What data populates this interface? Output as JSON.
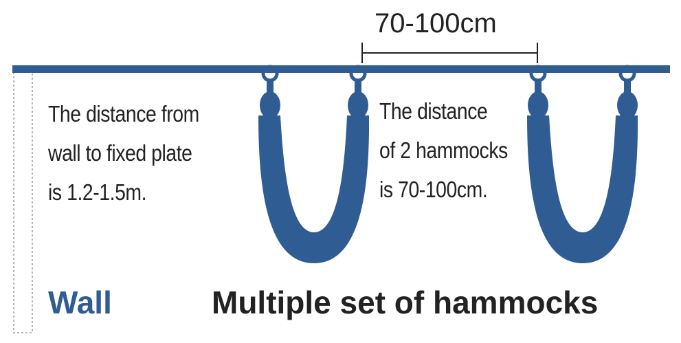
{
  "colors": {
    "accent_blue": "#2f5d93",
    "text_dark": "#222222",
    "wall_outline": "#9a9a9a",
    "background": "#ffffff"
  },
  "dimension": {
    "label": "70-100cm"
  },
  "notes": {
    "wall_distance": [
      "The distance from",
      "wall to fixed plate",
      "is 1.2-1.5m."
    ],
    "hammock_distance": [
      "The distance",
      "of 2 hammocks",
      "is 70-100cm."
    ]
  },
  "labels": {
    "wall": "Wall",
    "multiple": "Multiple set of hammocks"
  },
  "icons": [
    "hammock-icon",
    "hammock-icon"
  ]
}
